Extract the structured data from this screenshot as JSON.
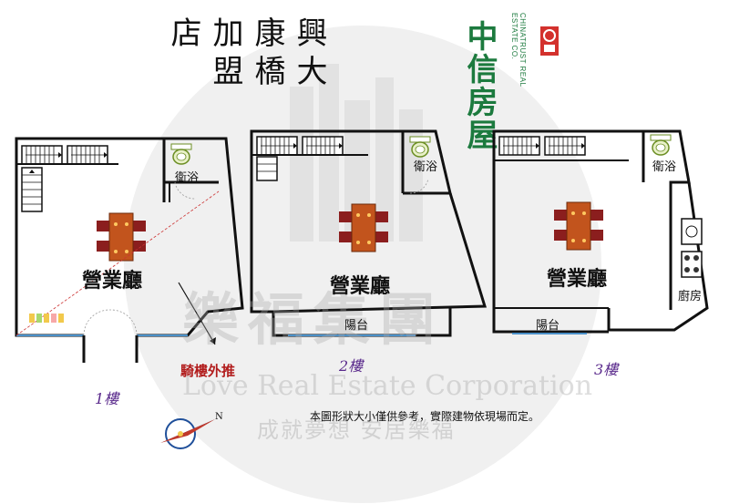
{
  "header": {
    "store_name_lines": [
      "興",
      "大",
      "康",
      "橋",
      "加",
      "盟",
      "店"
    ],
    "brand_cn": "中信房屋",
    "brand_en": "CHINATRUST REAL ESTATE CO."
  },
  "watermark": {
    "group_name": "樂福集團",
    "english": "Love Real Estate Corporation",
    "slogan": "成就夢想 安居樂福"
  },
  "floors": [
    {
      "floor_label": "1樓",
      "main_room": "營業廳",
      "bathroom": "衛浴",
      "extra": "騎樓外推"
    },
    {
      "floor_label": "2樓",
      "main_room": "營業廳",
      "bathroom": "衛浴",
      "balcony": "陽台"
    },
    {
      "floor_label": "3樓",
      "main_room": "營業廳",
      "bathroom": "衛浴",
      "balcony": "陽台",
      "kitchen": "廚房"
    }
  ],
  "disclaimer": "本圖形狀大小僅供參考，實際建物依現場而定。",
  "compass": {
    "north_label": "N"
  },
  "colors": {
    "wall": "#111111",
    "table": "#c2541d",
    "chair": "#8b1e1e",
    "window": "#4a90c8",
    "brand_green": "#1c7a3e",
    "brand_red": "#d3312d"
  }
}
